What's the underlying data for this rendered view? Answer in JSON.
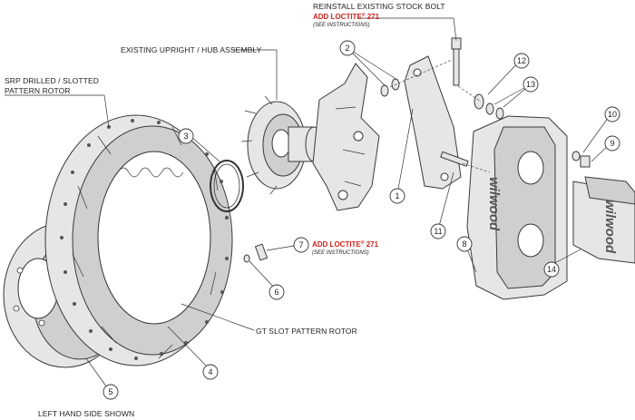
{
  "labels": {
    "reinstall_bolt": "REINSTALL EXISTING STOCK BOLT",
    "loctite_top": "ADD LOCTITE",
    "loctite_top_sup": "®",
    "loctite_top_num": " 271",
    "see_instructions_top": "(SEE INSTRUCTIONS)",
    "upright": "EXISTING UPRIGHT / HUB ASSEMBLY",
    "rotor_srp_1": "SRP DRILLED / SLOTTED",
    "rotor_srp_2": "PATTERN ROTOR",
    "loctite_mid": "ADD LOCTITE",
    "loctite_mid_sup": "®",
    "loctite_mid_num": " 271",
    "see_instructions_mid": "(SEE INSTRUCTIONS)",
    "gt_slot": "GT SLOT PATTERN ROTOR",
    "left_hand": "LEFT HAND SIDE SHOWN"
  },
  "callouts": [
    "1",
    "2",
    "3",
    "4",
    "5",
    "6",
    "7",
    "8",
    "9",
    "10",
    "11",
    "12",
    "13",
    "14"
  ],
  "brand": {
    "caliper": "wilwood",
    "pads": "wilwood"
  },
  "colors": {
    "accent_red": "#d0201c",
    "line": "#333333",
    "part_fill": "#e6e6e6"
  }
}
